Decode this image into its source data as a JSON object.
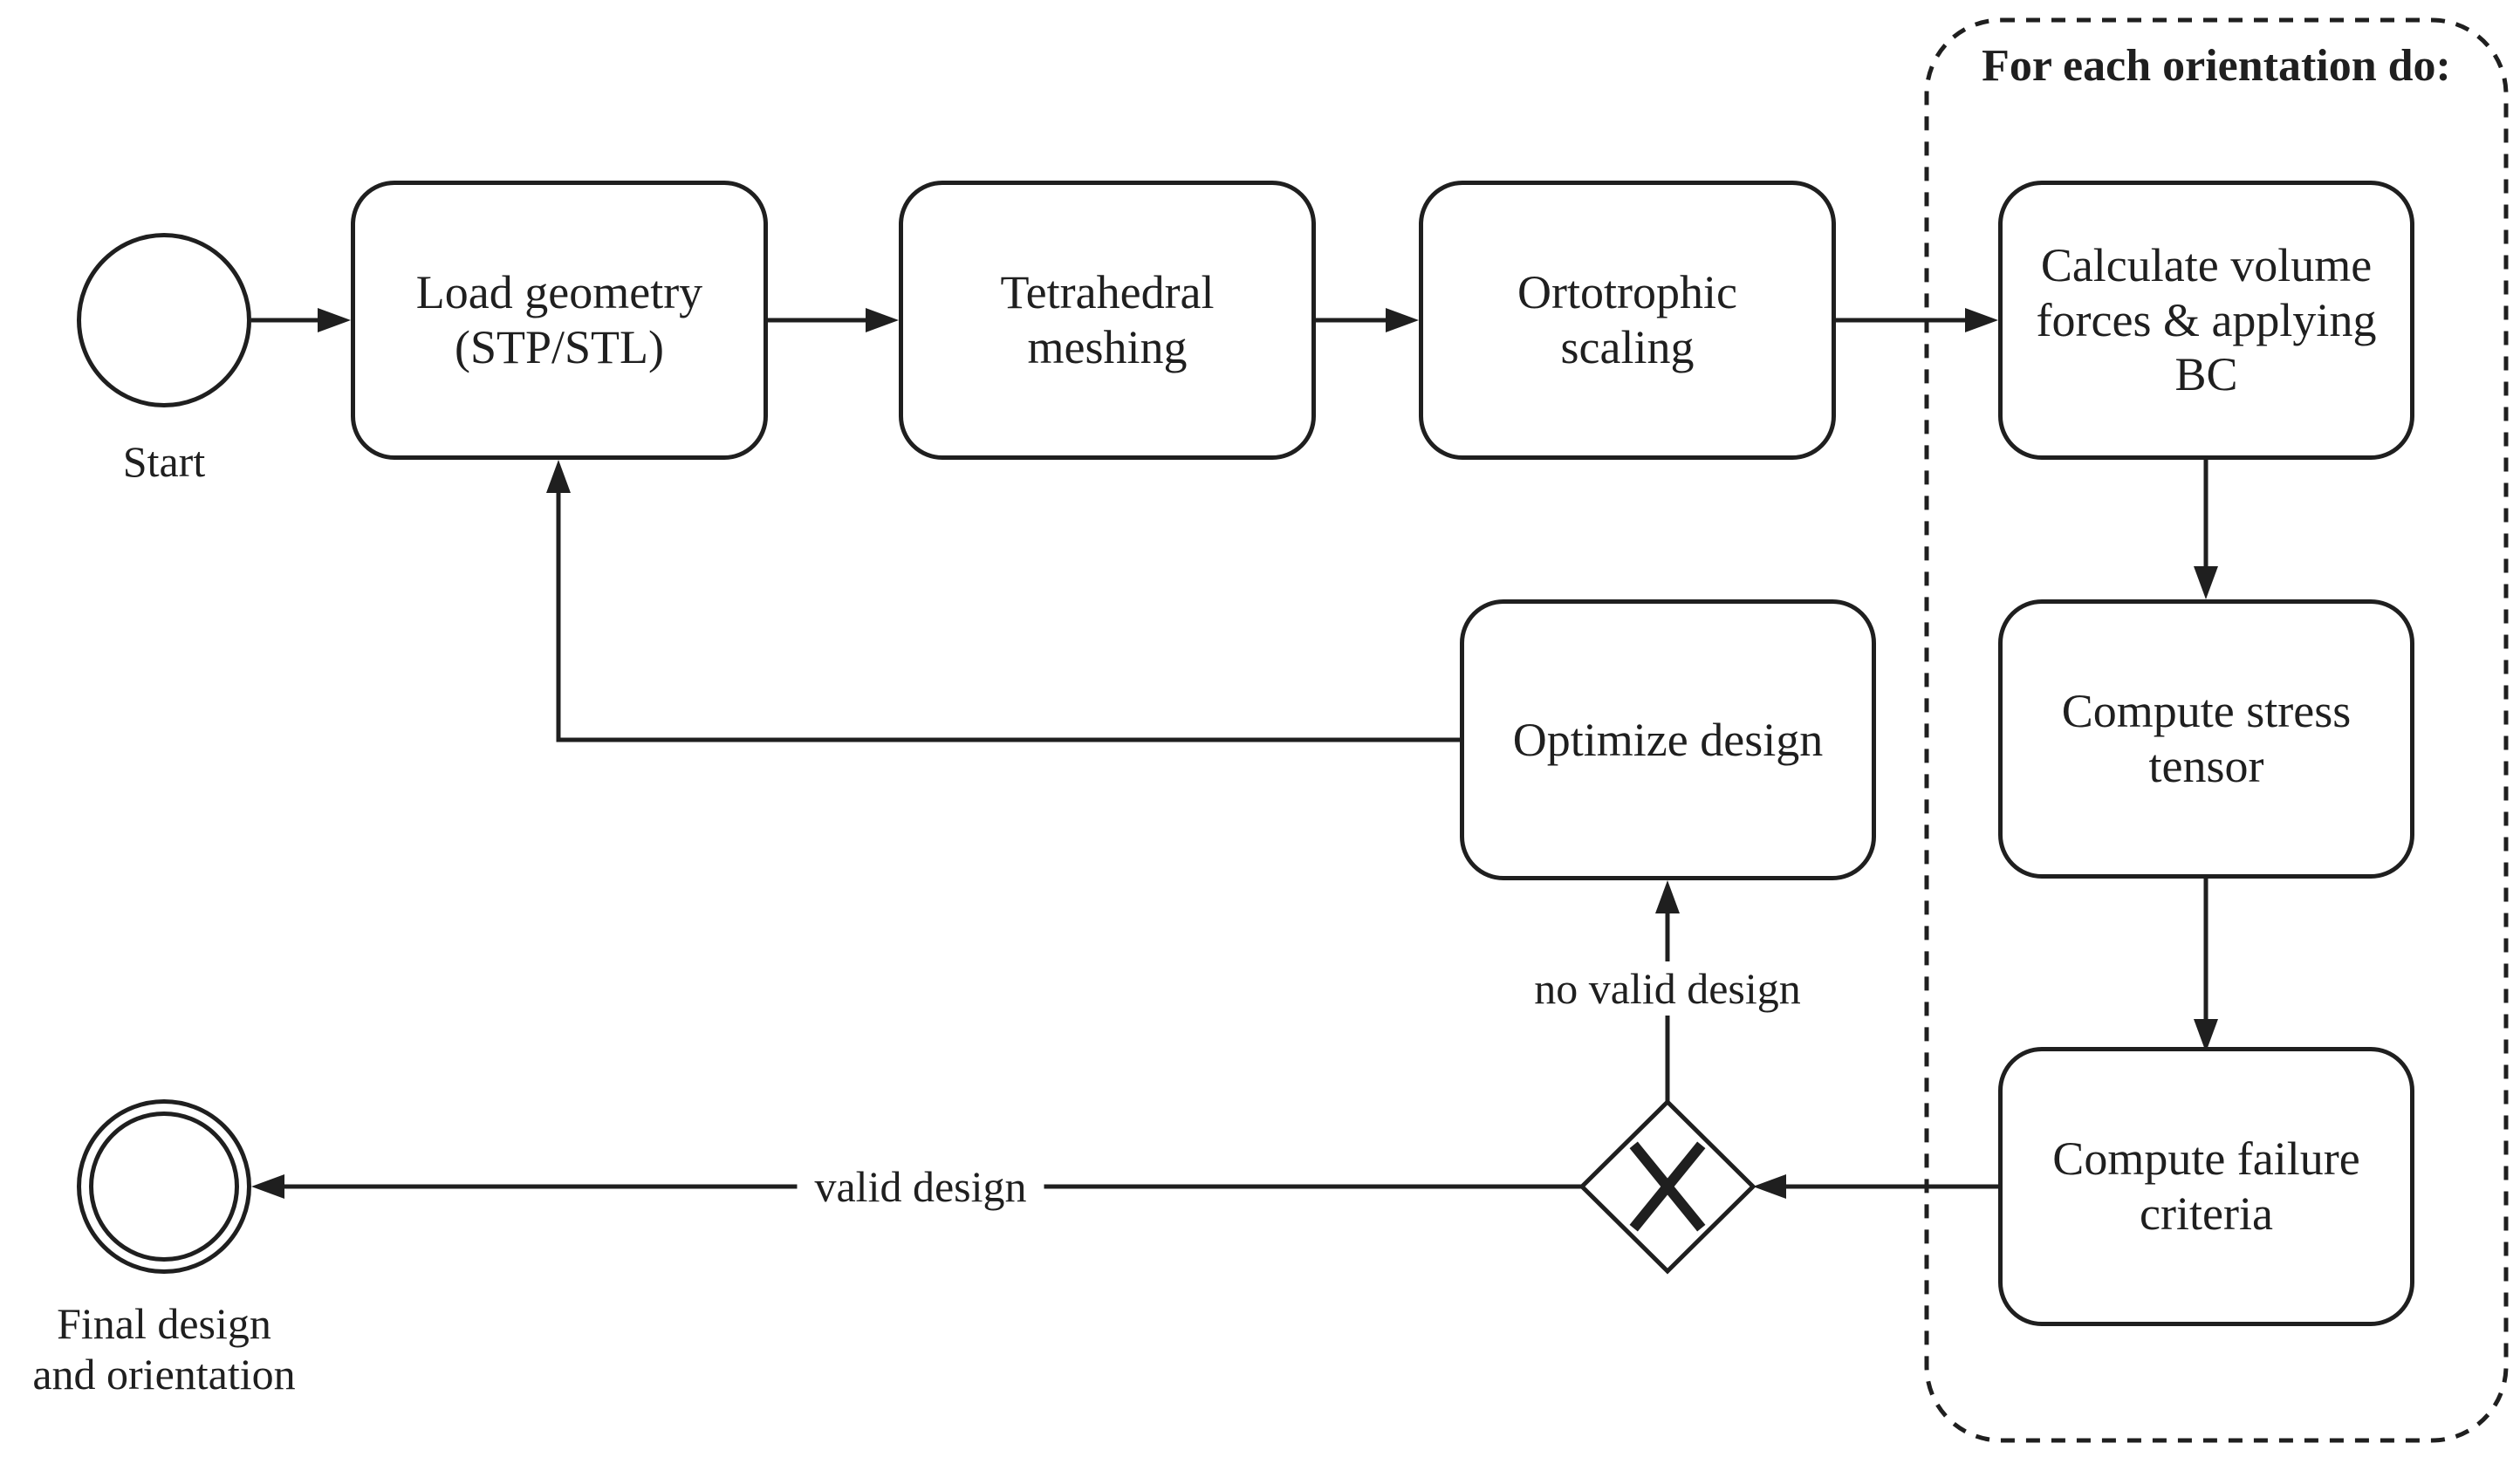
{
  "diagram": {
    "type": "bpmn-flowchart",
    "colors": {
      "ink": "#1f1f1f",
      "background": "#ffffff"
    },
    "start": {
      "label": "Start"
    },
    "nodes": {
      "load_geometry": {
        "label": "Load geometry\n(STP/STL)"
      },
      "tetrahedral_meshing": {
        "label": "Tetrahedral\nmeshing"
      },
      "ortotrophic_scaling": {
        "label": "Ortotrophic\nscaling"
      },
      "calculate_volume_forces": {
        "label": "Calculate volume\nforces & applying\nBC"
      },
      "compute_stress_tensor": {
        "label": "Compute stress\ntensor"
      },
      "compute_failure_criteria": {
        "label": "Compute failure\ncriteria"
      },
      "optimize_design": {
        "label": "Optimize design"
      }
    },
    "loop_group": {
      "title": "For each orientation do:"
    },
    "gateway": {
      "kind": "exclusive",
      "symbol": "X"
    },
    "end": {
      "label": "Final design\nand orientation"
    },
    "edge_labels": {
      "no_valid_design": "no valid design",
      "valid_design": "valid design"
    }
  }
}
